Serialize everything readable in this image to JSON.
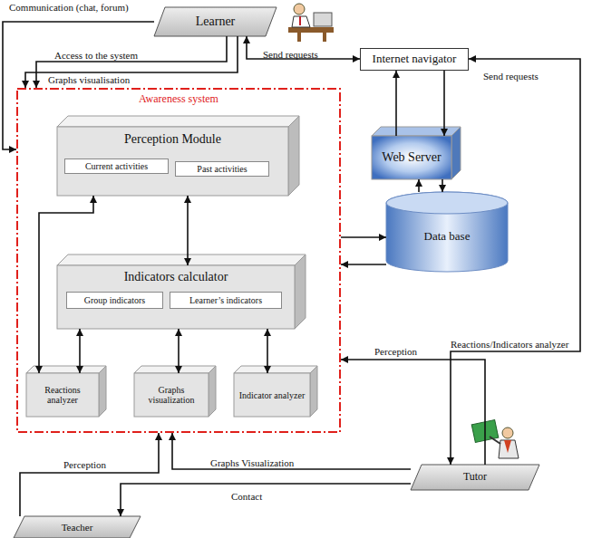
{
  "diagram": {
    "nodes": [
      {
        "text": [
          "Learner"
        ]
      },
      {
        "text": [
          "Internet navigator"
        ]
      },
      {
        "text": [
          "Awareness system"
        ]
      },
      {
        "text": [
          "Perception Module"
        ],
        "in": 2
      },
      {
        "text": [
          "Current activities"
        ],
        "in": 3
      },
      {
        "text": [
          "Past activities"
        ],
        "in": 3
      },
      {
        "text": [
          "Web Server"
        ]
      },
      {
        "text": [
          "Data base"
        ]
      },
      {
        "text": [
          "Indicators calculator"
        ],
        "in": 2
      },
      {
        "text": [
          "Group indicators"
        ],
        "in": 8
      },
      {
        "text": [
          "Learner’s indicators"
        ],
        "in": 8
      },
      {
        "text": [
          "Reactions analyzer"
        ],
        "in": 2
      },
      {
        "text": [
          "Graphs visualization"
        ],
        "in": 2
      },
      {
        "text": [
          "Indicator analyzer"
        ],
        "in": 2
      },
      {
        "text": [
          "Tutor"
        ]
      },
      {
        "text": [
          "Teacher"
        ]
      }
    ],
    "edges": [
      {
        "from": 0,
        "to": 2,
        "arrow": "to",
        "label": "Communication (chat, forum)"
      },
      {
        "from": 0,
        "to": 2,
        "arrow": "to",
        "label": "Access to the system"
      },
      {
        "from": 0,
        "to": 2,
        "arrow": "to",
        "label": "Graphs visualisation"
      },
      {
        "from": 0,
        "to": 1,
        "arrow": "both",
        "label": "Send requests"
      },
      {
        "from": 6,
        "to": 1,
        "arrow": "to"
      },
      {
        "from": 1,
        "to": 6,
        "arrow": "to"
      },
      {
        "from": 7,
        "to": 6,
        "arrow": "to"
      },
      {
        "from": 6,
        "to": 7,
        "arrow": "to"
      },
      {
        "from": 2,
        "to": 7,
        "arrow": "to"
      },
      {
        "from": 7,
        "to": 2,
        "arrow": "to"
      },
      {
        "from": 14,
        "to": 1,
        "arrow": "both",
        "label": "Send requests"
      },
      {
        "from": 14,
        "to": 2,
        "arrow": "to",
        "label": "Perception"
      },
      {
        "from": 14,
        "to": 2,
        "arrow": "to",
        "label": "Graphs Visualization"
      },
      {
        "from": 14,
        "to": 15,
        "arrow": "to",
        "label": "Contact"
      },
      {
        "from": 15,
        "to": 2,
        "arrow": "to",
        "label": "Perception"
      },
      {
        "from": 3,
        "to": 8,
        "arrow": "both"
      },
      {
        "from": 3,
        "to": 11,
        "arrow": "both"
      },
      {
        "from": 8,
        "to": 11,
        "arrow": "both"
      },
      {
        "from": 8,
        "to": 12,
        "arrow": "both"
      },
      {
        "from": 8,
        "to": 13,
        "arrow": "both"
      }
    ],
    "labels": [
      "Reactions/Indicators analyzer"
    ]
  }
}
